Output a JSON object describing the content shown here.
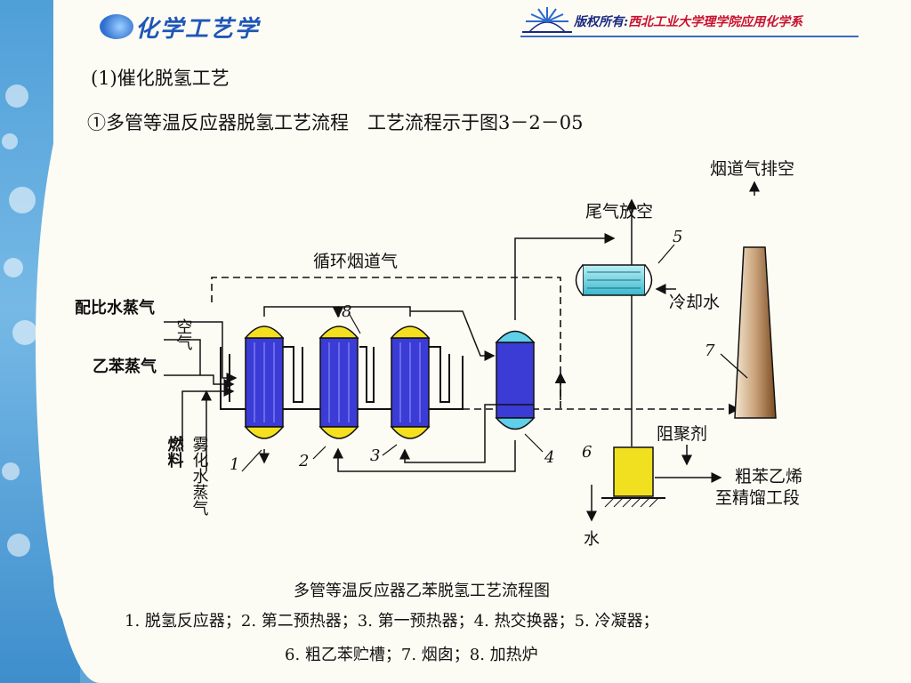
{
  "header": {
    "logo_text": "化学工艺学",
    "copyright_label": "版权所有:",
    "copyright_org": "西北工业大学理学院应用化学系"
  },
  "content": {
    "heading1": "(1)催化脱氢工艺",
    "heading2": "①多管等温反应器脱氢工艺流程　工艺流程示于图3－2－05"
  },
  "diagram": {
    "labels": {
      "stack_exhaust": "烟道气排空",
      "tail_gas": "尾气放空",
      "recycle_flue": "循环烟道气",
      "steam_ratio": "配比水蒸气",
      "air": "空气",
      "ethylbenzene_vapor": "乙苯蒸气",
      "fuel": "燃料",
      "atomized_steam": "雾化水蒸气",
      "cooling_water": "冷却水",
      "inhibitor": "阻聚剂",
      "crude_styrene_1": "粗苯乙烯",
      "crude_styrene_2": "至精馏工段",
      "water": "水"
    },
    "numbers": [
      "1",
      "2",
      "3",
      "4",
      "5",
      "6",
      "7",
      "8"
    ],
    "caption_title": "多管等温反应器乙苯脱氢工艺流程图",
    "legend_line1": "1. 脱氢反应器；2. 第二预热器；3. 第一预热器；4. 热交换器；5. 冷凝器；",
    "legend_line2": "6. 粗乙苯贮槽；7. 烟囱；8. 加热炉"
  },
  "colors": {
    "reactor_body": "#3b3bd6",
    "reactor_cap": "#f5e020",
    "exchanger_cap": "#5fd0ea",
    "condenser": "#55c8d8",
    "tank": "#f0e020",
    "chimney": "#8b5a2b"
  }
}
